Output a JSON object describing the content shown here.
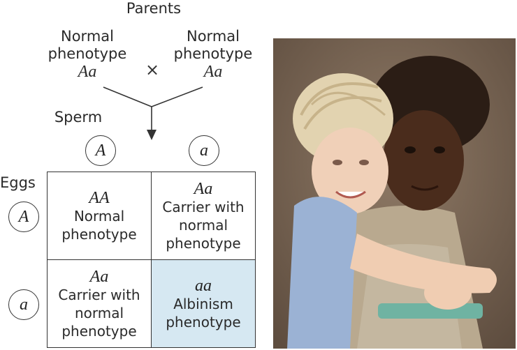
{
  "parents_heading": "Parents",
  "parent_left": {
    "line1": "Normal",
    "line2": "phenotype",
    "genotype": "Aa"
  },
  "parent_right": {
    "line1": "Normal",
    "line2": "phenotype",
    "genotype": "Aa"
  },
  "cross_symbol": "×",
  "sperm_label": "Sperm",
  "eggs_label": "Eggs",
  "sperm_alleles": [
    "A",
    "a"
  ],
  "egg_alleles": [
    "A",
    "a"
  ],
  "cells": [
    {
      "genotype": "AA",
      "lines": [
        "Normal",
        "phenotype"
      ],
      "highlight": false
    },
    {
      "genotype": "Aa",
      "lines": [
        "Carrier with",
        "normal",
        "phenotype"
      ],
      "highlight": false
    },
    {
      "genotype": "Aa",
      "lines": [
        "Carrier with",
        "normal",
        "phenotype"
      ],
      "highlight": false
    },
    {
      "genotype": "aa",
      "lines": [
        "Albinism",
        "phenotype"
      ],
      "highlight": true
    }
  ],
  "colors": {
    "highlight_cell": "#d6e8f2",
    "line": "#333333"
  }
}
